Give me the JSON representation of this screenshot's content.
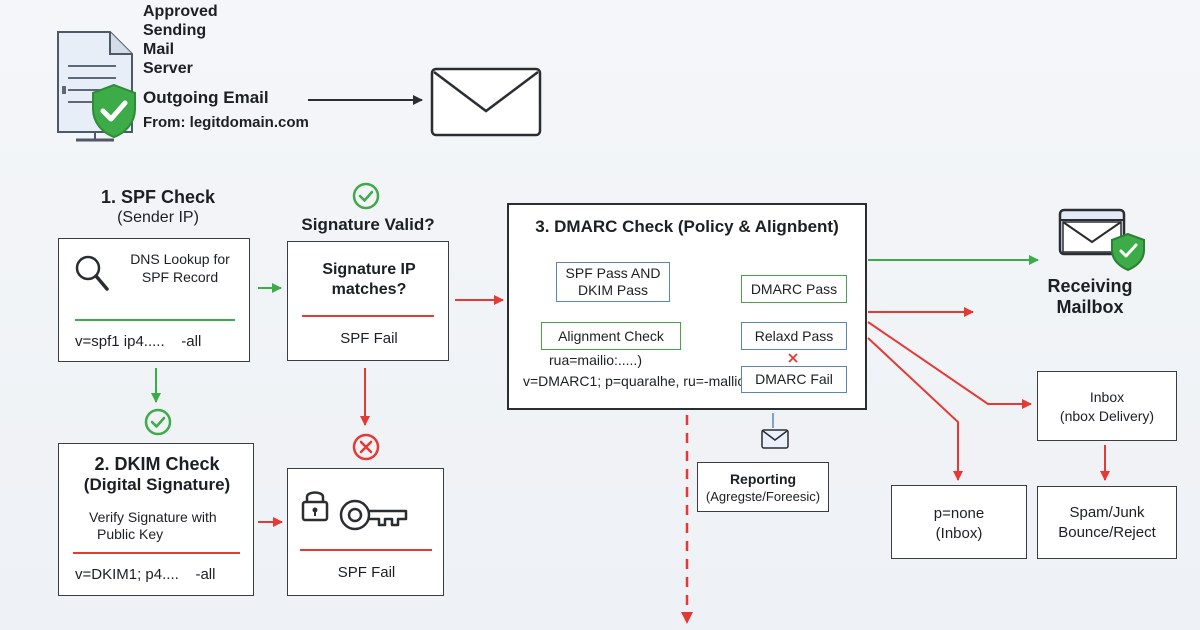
{
  "colors": {
    "green": "#3dab47",
    "red": "#e53935",
    "dark": "#2a2d31",
    "blue": "#5b86b8"
  },
  "sender": {
    "server_label_lines": [
      "Approved",
      "Sending",
      "Mail",
      "Server"
    ],
    "outgoing": "Outgoing Email",
    "from": "From: legitdomain.com",
    "icons": [
      "document-icon",
      "shield-check-icon",
      "envelope-icon"
    ]
  },
  "spf": {
    "title": "1. SPF Check",
    "subtitle": "(Sender IP)",
    "body_lines": [
      "DNS Lookup for",
      "SPF Record"
    ],
    "record": "v=spf1 ip4.....    -all"
  },
  "signature": {
    "question": "Signature Valid?",
    "box_lines": [
      "Signature IP",
      "matches?"
    ],
    "fail": "SPF Fail"
  },
  "dkim": {
    "title": "2. DKIM Check",
    "subtitle": "(Digital Signature)",
    "body_lines": [
      "Verify Signature with",
      "Public Key"
    ],
    "record": "v=DKIM1; p4....    -all"
  },
  "key_box": {
    "fail": "SPF Fail"
  },
  "dmarc": {
    "title": "3. DMARC Check (Policy & Alignbent)",
    "pass_box_lines": [
      "SPF Pass AND",
      "DKIM Pass"
    ],
    "alignment": "Alignment Check",
    "rua": "rua=mailio:.....)",
    "record": "v=DMARC1; p=quaralhe, ru=-mallic...",
    "dmarc_pass": "DMARC Pass",
    "relaxed_pass": "Relaxd Pass",
    "dmarc_fail": "DMARC Fail"
  },
  "reporting": {
    "lines": [
      "Reporting",
      "(Agregste/Foreesic)"
    ]
  },
  "receiving": {
    "lines": [
      "Receiving",
      "Mailbox"
    ]
  },
  "inbox": {
    "lines": [
      "Inbox",
      "(nbox Delivery)"
    ]
  },
  "pnone": {
    "lines": [
      "p=none",
      "(Inbox)"
    ]
  },
  "spam": {
    "lines": [
      "Spam/Junk",
      "Bounce/Reject"
    ]
  }
}
